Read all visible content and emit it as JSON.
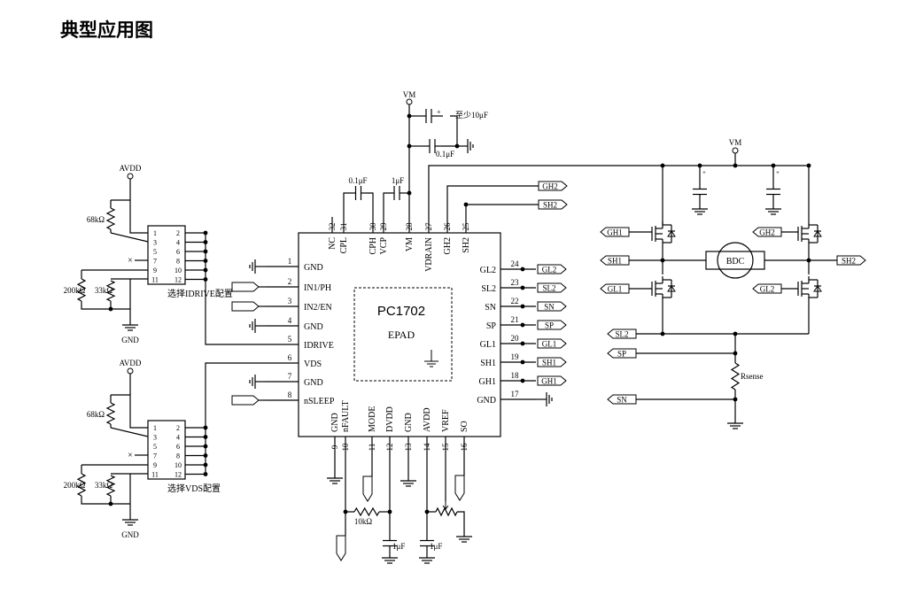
{
  "title": "典型应用图",
  "chip": {
    "name": "PC1702",
    "pad": "EPAD"
  },
  "pins_left": [
    {
      "num": "1",
      "label": "GND"
    },
    {
      "num": "2",
      "label": "IN1/PH"
    },
    {
      "num": "3",
      "label": "IN2/EN"
    },
    {
      "num": "4",
      "label": "GND"
    },
    {
      "num": "5",
      "label": "IDRIVE"
    },
    {
      "num": "6",
      "label": "VDS"
    },
    {
      "num": "7",
      "label": "GND"
    },
    {
      "num": "8",
      "label": "nSLEEP"
    }
  ],
  "pins_top": [
    {
      "num": "32",
      "label": "NC"
    },
    {
      "num": "31",
      "label": "CPL"
    },
    {
      "num": "30",
      "label": "CPH"
    },
    {
      "num": "29",
      "label": "VCP"
    },
    {
      "num": "28",
      "label": "VM"
    },
    {
      "num": "27",
      "label": "VDRAIN"
    },
    {
      "num": "26",
      "label": "GH2"
    },
    {
      "num": "25",
      "label": "SH2"
    }
  ],
  "pins_right": [
    {
      "num": "24",
      "label": "GL2"
    },
    {
      "num": "23",
      "label": "SL2"
    },
    {
      "num": "22",
      "label": "SN"
    },
    {
      "num": "21",
      "label": "SP"
    },
    {
      "num": "20",
      "label": "GL1"
    },
    {
      "num": "19",
      "label": "SH1"
    },
    {
      "num": "18",
      "label": "GH1"
    },
    {
      "num": "17",
      "label": "GND"
    }
  ],
  "pins_bottom": [
    {
      "num": "9",
      "label": "GND"
    },
    {
      "num": "10",
      "label": "nFAULT"
    },
    {
      "num": "11",
      "label": "MODE"
    },
    {
      "num": "12",
      "label": "DVDD"
    },
    {
      "num": "13",
      "label": "GND"
    },
    {
      "num": "14",
      "label": "AVDD"
    },
    {
      "num": "15",
      "label": "VREF"
    },
    {
      "num": "16",
      "label": "SO"
    }
  ],
  "labels": {
    "vm": "VM",
    "cap_bulk": "至少10μF",
    "cap_01": "0.1μF",
    "cap_1u": "1μF",
    "avdd": "AVDD",
    "gnd": "GND",
    "r68k": "68kΩ",
    "r200k": "200kΩ",
    "r33k": "33kΩ",
    "r10k": "10kΩ",
    "idrive_cfg": "选择IDRIVE配置",
    "vds_cfg": "选择VDS配置",
    "motor": "BDC",
    "rsense": "Rsense"
  },
  "switch_pins": {
    "left": [
      "1",
      "3",
      "5",
      "7",
      "9",
      "11"
    ],
    "right": [
      "2",
      "4",
      "6",
      "8",
      "10",
      "12"
    ]
  },
  "net_tags": {
    "gh2": "GH2",
    "sh2": "SH2",
    "gl2": "GL2",
    "sl2": "SL2",
    "sn": "SN",
    "sp": "SP",
    "gl1": "GL1",
    "sh1": "SH1",
    "gh1": "GH1"
  }
}
